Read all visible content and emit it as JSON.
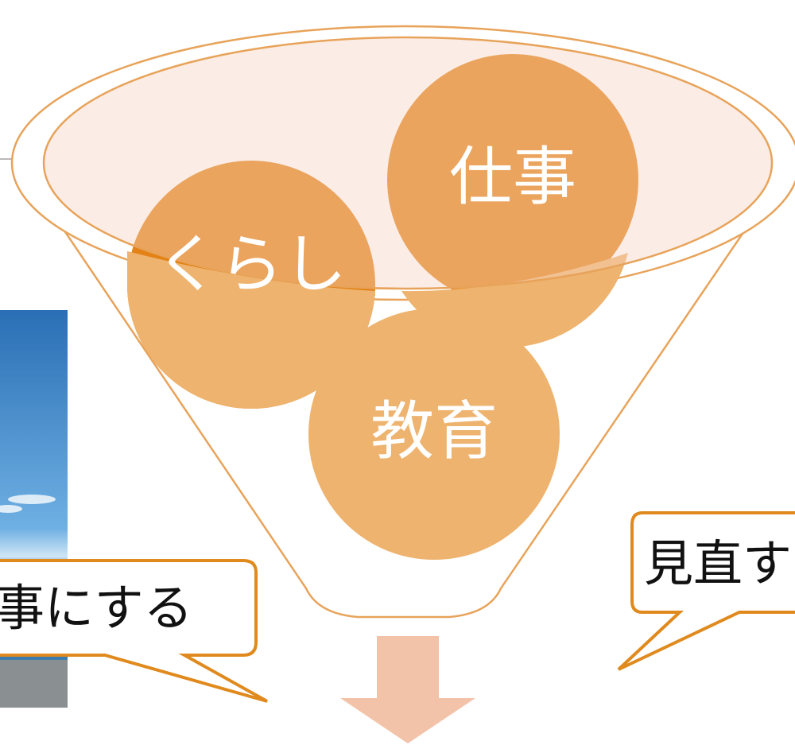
{
  "funnel": {
    "circles": [
      {
        "id": "kurashi",
        "label": "くらし"
      },
      {
        "id": "shigoto",
        "label": "仕事"
      },
      {
        "id": "kyouiku",
        "label": "教育"
      }
    ]
  },
  "callouts": {
    "left_text": "事にする",
    "right_text": "見直す"
  },
  "colors": {
    "funnel_stroke": "#e8a35a",
    "rim_fill": "#f9e6dd",
    "circle_dark": "#e38216",
    "circle_light": "#eeb36e",
    "arrow": "#f2c3a9",
    "bubble_border": "#e08a1e"
  }
}
